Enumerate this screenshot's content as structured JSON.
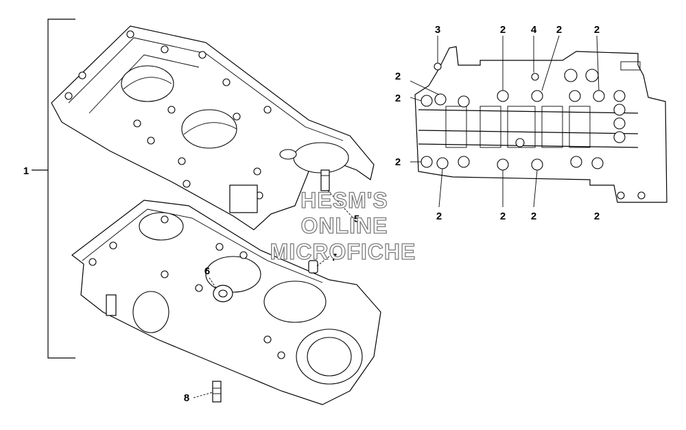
{
  "callouts": {
    "c1": "1",
    "c3": "3",
    "c4": "4",
    "c5": "5",
    "c6": "6",
    "c7": "7",
    "c8": "8",
    "c2": "2"
  },
  "watermark": {
    "line1": "HESM'S",
    "line2": "ONLINE",
    "line3": "MICROFICHE"
  }
}
